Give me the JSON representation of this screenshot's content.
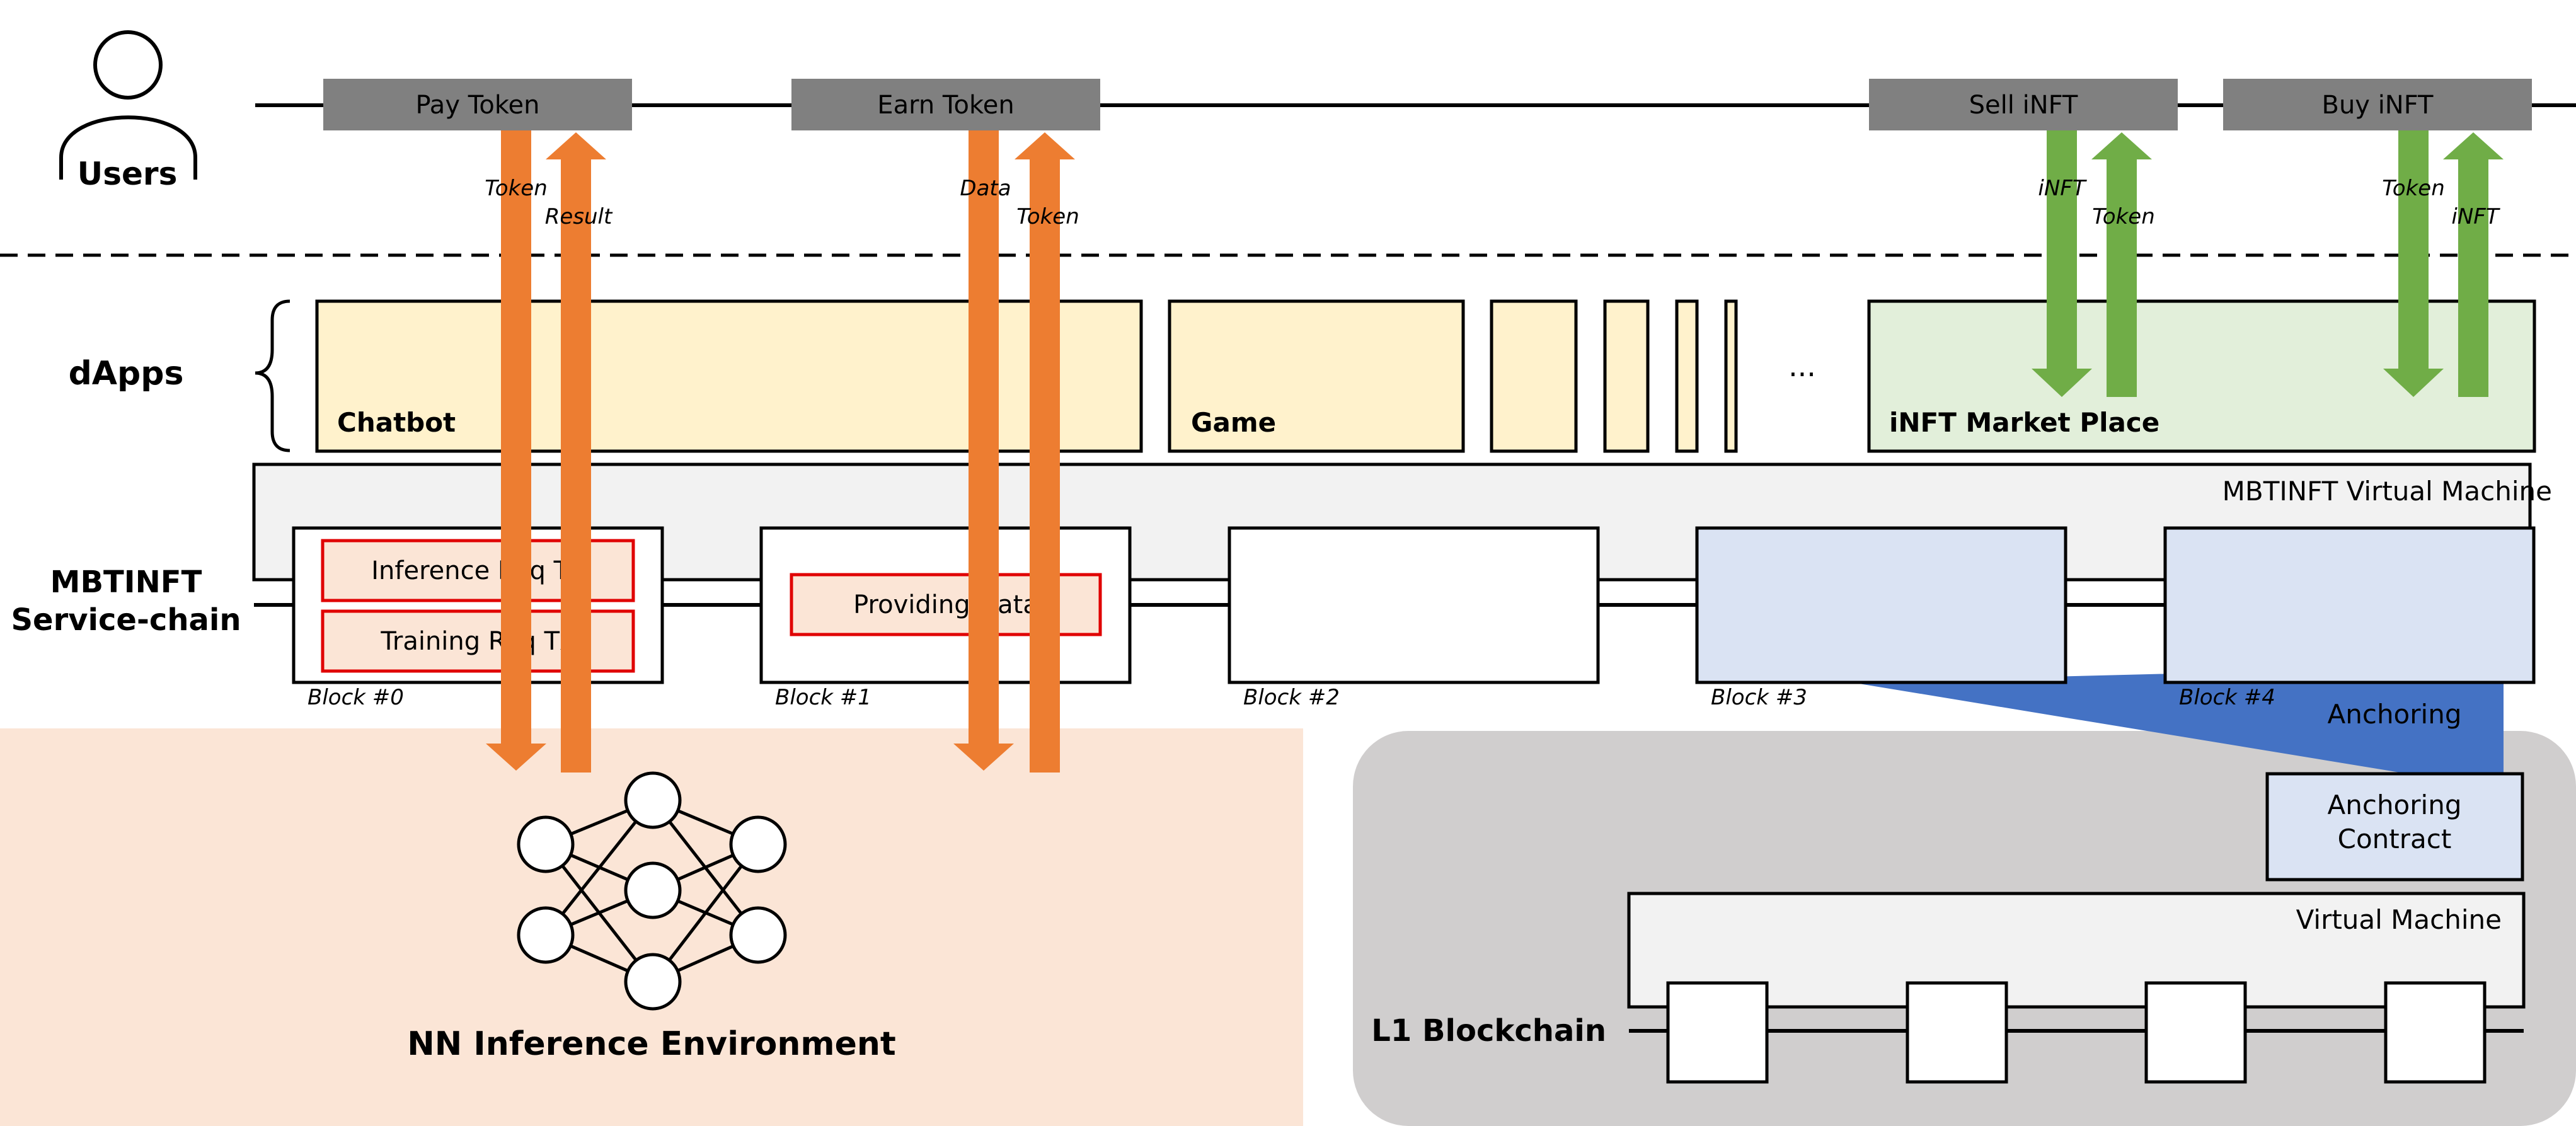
{
  "colors": {
    "token_gray": "#808080",
    "dapp_fill": "#FFF2CC",
    "market_fill": "#E2EFDA",
    "vm_fill": "#F2F2F2",
    "block_fill": "#FFFFFF",
    "tx_fill": "#FBE5D6",
    "tx_border": "#E00000",
    "block_blue": "#DAE3F3",
    "anchor_blue": "#4472C4",
    "orange_arrow": "#ED7D31",
    "green_arrow": "#70AD47",
    "nn_env_fill": "#FBE5D6",
    "l1_fill": "#D0CECE"
  },
  "icons": {
    "user": "user-icon",
    "brace": "curly-brace-icon",
    "network": "neural-network-icon"
  },
  "labels": {
    "users": "Users",
    "dapps": "dApps",
    "chain_line1": "MBTINFT",
    "chain_line2": "Service-chain",
    "ellipsis": "...",
    "vm": "MBTINFT Virtual Machine",
    "anchoring": "Anchoring",
    "anchoring_contract_1": "Anchoring",
    "anchoring_contract_2": "Contract",
    "l1_vm": "Virtual Machine",
    "l1": "L1 Blockchain",
    "nn_env": "NN Inference Environment"
  },
  "token_boxes": [
    "Pay Token",
    "Earn Token",
    "Sell iNFT",
    "Buy iNFT"
  ],
  "dapps": [
    "Chatbot",
    "Game",
    "iNFT Market Place"
  ],
  "blocks": [
    "Block #0",
    "Block #1",
    "Block #2",
    "Block #3",
    "Block #4"
  ],
  "transactions": [
    "Inference Req Tx",
    "Training Req Tx",
    "Providing Data"
  ],
  "arrow_labels": {
    "pay_down": "Token",
    "pay_up": "Result",
    "earn_down": "Data",
    "earn_up": "Token",
    "sell_down": "iNFT",
    "sell_up": "Token",
    "buy_down": "Token",
    "buy_up": "iNFT"
  }
}
